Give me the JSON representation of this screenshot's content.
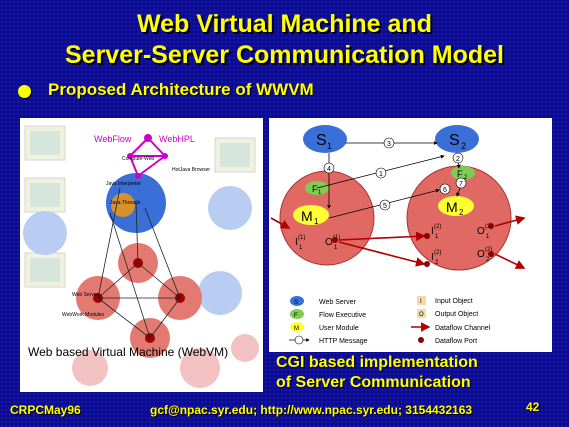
{
  "title_line1": "Web Virtual Machine and",
  "title_line2": "Server-Server Communication Model",
  "bullet": "Proposed Architecture of WWVM",
  "left_diagram": {
    "webflow": "WebFlow",
    "webhpl": "WebHPL",
    "compute_web": "Compute-Web",
    "hotjava_browser": "HotJava Browser",
    "java_interpreter": "Java Interpreter",
    "java_threads": "Java Threads",
    "web_server": "Web Server",
    "webwork_modules": "WebWork Modules",
    "caption": "Web based Virtual Machine (WebVM)"
  },
  "right_diagram": {
    "s1": "S",
    "s1_sub": "1",
    "s2": "S",
    "s2_sub": "2",
    "f1": "F",
    "f1_sub": "1",
    "f2": "F",
    "f2_sub": "2",
    "m1": "M",
    "m1_sub": "1",
    "m2": "M",
    "m2_sub": "2",
    "msg_numbers": [
      "1",
      "2",
      "3",
      "4",
      "5",
      "6",
      "7"
    ],
    "legend": {
      "web_server_sym": "S",
      "web_server": "Web Server",
      "flow_exec_sym": "F",
      "flow_exec": "Flow Executive",
      "user_module_sym": "M",
      "user_module": "User Module",
      "http_message": "HTTP Message",
      "input_object_sym": "I",
      "input_object": "Input Object",
      "output_object_sym": "O",
      "output_object": "Output Object",
      "dataflow_channel": "Dataflow Channel",
      "dataflow_port": "Dataflow Port"
    }
  },
  "caption_right_line1": "CGI based implementation",
  "caption_right_line2": "of Server Communication",
  "footer_left": "CRPCMay96",
  "footer_mid": "gcf@npac.syr.edu; http://www.npac.syr.edu; 3154432163",
  "page_number": "42",
  "colors": {
    "background": "#0b0b96",
    "title": "#ffff00",
    "server_blue": "#3a6fd8",
    "module_red": "#d9534f",
    "flow_green": "#7fcc55",
    "module_yellow": "#ffff33"
  }
}
